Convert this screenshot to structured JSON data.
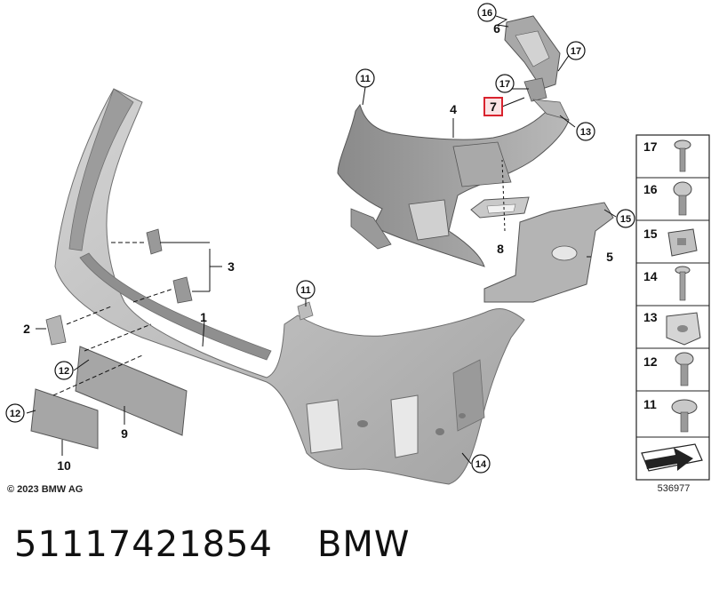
{
  "diagram": {
    "copyright": "© 2023 BMW AG",
    "diagram_number": "536977",
    "highlighted_label": "7",
    "callouts": {
      "c16": "16",
      "c17a": "17",
      "c17b": "17",
      "c11a": "11",
      "c13": "13",
      "c15": "15",
      "c11b": "11",
      "c12a": "12",
      "c12b": "12",
      "c14": "14"
    },
    "labels": {
      "l1": "1",
      "l2": "2",
      "l3": "3",
      "l4": "4",
      "l5": "5",
      "l6": "6",
      "l7": "7",
      "l8": "8",
      "l9": "9",
      "l10": "10"
    },
    "legend": [
      "17",
      "16",
      "15",
      "14",
      "13",
      "12",
      "11"
    ],
    "accent_color": "#d9232e"
  },
  "footer": {
    "part_number": "51117421854",
    "brand": "BMW"
  }
}
